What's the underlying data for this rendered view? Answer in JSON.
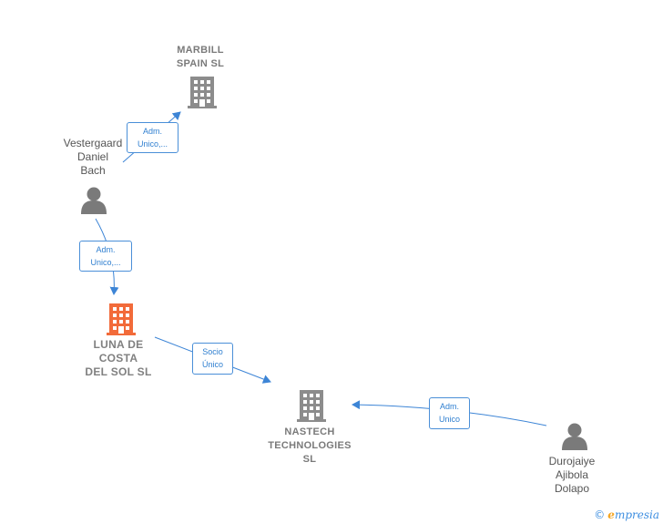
{
  "colors": {
    "edge": "#3d85d6",
    "company": "#8c8c8c",
    "company_focus": "#f26b3a",
    "person": "#7a7a7a"
  },
  "nodes": {
    "marbill": {
      "type": "company",
      "icon": "building-icon",
      "lines": [
        "MARBILL",
        "SPAIN  SL"
      ]
    },
    "vestergaard": {
      "type": "person",
      "icon": "person-icon",
      "lines": [
        "Vestergaard",
        "Daniel",
        "Bach"
      ]
    },
    "luna": {
      "type": "company",
      "icon": "building-icon",
      "focus": true,
      "lines": [
        "LUNA DE",
        "COSTA",
        "DEL SOL  SL"
      ]
    },
    "nastech": {
      "type": "company",
      "icon": "building-icon",
      "lines": [
        "NASTECH",
        "TECHNOLOGIES",
        "SL"
      ]
    },
    "durojaiye": {
      "type": "person",
      "icon": "person-icon",
      "lines": [
        "Durojaiye",
        "Ajibola",
        "Dolapo"
      ]
    }
  },
  "edges": {
    "e1": {
      "from": "vestergaard",
      "to": "marbill",
      "lines": [
        "Adm.",
        "Unico,..."
      ]
    },
    "e2": {
      "from": "vestergaard",
      "to": "luna",
      "lines": [
        "Adm.",
        "Unico,..."
      ]
    },
    "e3": {
      "from": "luna",
      "to": "nastech",
      "lines": [
        "Socio",
        "Único"
      ]
    },
    "e4": {
      "from": "durojaiye",
      "to": "nastech",
      "lines": [
        "Adm.",
        "Unico"
      ]
    }
  },
  "watermark": {
    "symbol": "©",
    "brand_initial": "e",
    "brand_rest": "mpresia"
  }
}
